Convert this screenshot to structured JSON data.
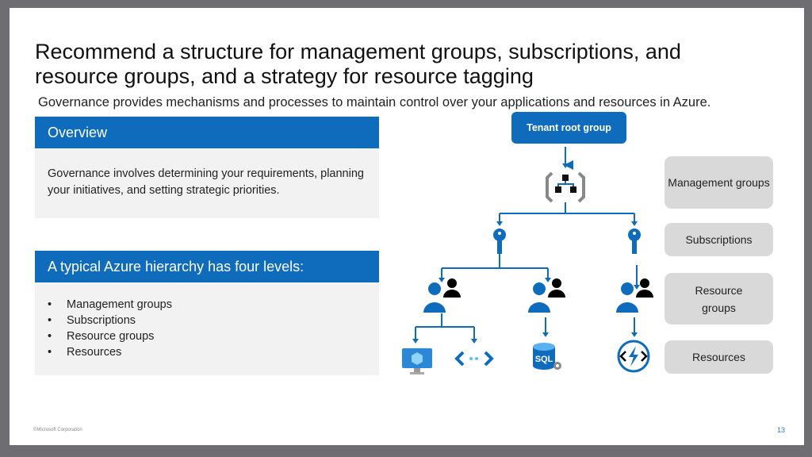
{
  "title": "Recommend a structure for management groups, subscriptions, and resource groups, and a strategy for resource tagging",
  "subtitle": "Governance provides mechanisms and processes to maintain control over your applications and resources in Azure.",
  "overview": {
    "header": "Overview",
    "body": "Governance involves determining your requirements, planning your initiatives, and setting strategic priorities."
  },
  "hierarchy": {
    "header": "A typical Azure hierarchy has four levels:",
    "items": [
      "Management groups",
      "Subscriptions",
      "Resource groups",
      "Resources"
    ]
  },
  "diagram": {
    "root": "Tenant root group",
    "levels": [
      "Management groups",
      "Subscriptions",
      "Resource groups",
      "Resources"
    ],
    "sql_label": "SQL"
  },
  "footer": {
    "copyright": "©Microsoft Corporation",
    "page": "13"
  },
  "colors": {
    "accent": "#0f6cbd",
    "panel": "#f2f2f2",
    "level_box": "#d9d9d9"
  }
}
